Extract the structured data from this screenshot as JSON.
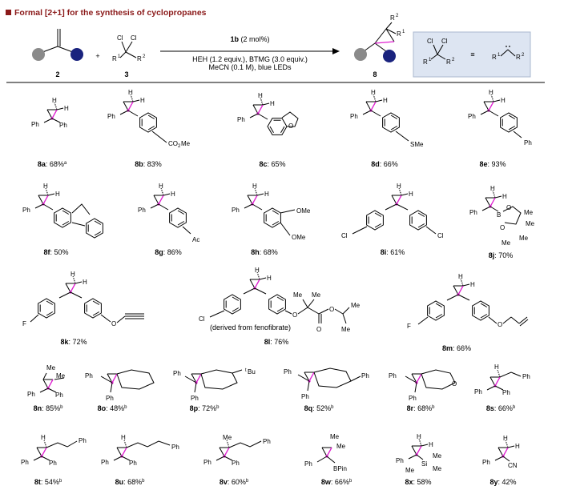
{
  "title": "Formal [2+1] for the synthesis of cyclopropanes",
  "colors": {
    "accent": "#8b1a1a",
    "highlight": "#e01fd1",
    "navy": "#1a237e",
    "grey": "#8a8a8a",
    "box_fill": "#dde5f2",
    "box_stroke": "#aab8cf"
  },
  "reaction": {
    "reactant2": "2",
    "plus": "+",
    "reactant3": "3",
    "reagent_atoms": {
      "cl": "Cl",
      "r1": "R",
      "r1_sup": "1",
      "r2": "R",
      "r2_sup": "2"
    },
    "catalyst_bold": "1b",
    "catalyst_loading": " (2 mol%)",
    "conditions_line1": "HEH (1.2 equiv.), BTMG (3.0 equiv.)",
    "conditions_line2": "MeCN (0.1 M), blue LEDs",
    "product": "8",
    "carbene_equiv": "≡"
  },
  "compounds": [
    {
      "id": "8a",
      "yield": ": 68%",
      "sup": "a"
    },
    {
      "id": "8b",
      "yield": ": 83%",
      "sup": ""
    },
    {
      "id": "8c",
      "yield": ": 65%",
      "sup": ""
    },
    {
      "id": "8d",
      "yield": ": 66%",
      "sup": ""
    },
    {
      "id": "8e",
      "yield": ": 93%",
      "sup": ""
    },
    {
      "id": "8f",
      "yield": ": 50%",
      "sup": ""
    },
    {
      "id": "8g",
      "yield": ": 86%",
      "sup": ""
    },
    {
      "id": "8h",
      "yield": ": 68%",
      "sup": ""
    },
    {
      "id": "8i",
      "yield": ": 61%",
      "sup": ""
    },
    {
      "id": "8j",
      "yield": ": 70%",
      "sup": ""
    },
    {
      "id": "8k",
      "yield": ": 72%",
      "sup": ""
    },
    {
      "id": "8l",
      "yield": ": 76%",
      "sup": ""
    },
    {
      "id": "8m",
      "yield": ": 66%",
      "sup": ""
    },
    {
      "id": "8n",
      "yield": ": 85%",
      "sup": "b"
    },
    {
      "id": "8o",
      "yield": ": 48%",
      "sup": "b"
    },
    {
      "id": "8p",
      "yield": ": 72%",
      "sup": "b"
    },
    {
      "id": "8q",
      "yield": ": 52%",
      "sup": "b"
    },
    {
      "id": "8r",
      "yield": ": 68%",
      "sup": "b"
    },
    {
      "id": "8s",
      "yield": ": 66%",
      "sup": "b"
    },
    {
      "id": "8t",
      "yield": ": 54%",
      "sup": "b"
    },
    {
      "id": "8u",
      "yield": ": 68%",
      "sup": "b"
    },
    {
      "id": "8v",
      "yield": ": 60%",
      "sup": "b"
    },
    {
      "id": "8w",
      "yield": ": 66%",
      "sup": "b"
    },
    {
      "id": "8x",
      "yield": ": 58%",
      "sup": ""
    },
    {
      "id": "8y",
      "yield": ": 42%",
      "sup": ""
    }
  ],
  "atoms": {
    "h": "H",
    "ph": "Ph",
    "me": "Me",
    "ome": "OMe",
    "co2me_a": "CO",
    "co2me_sub": "2",
    "co2me_b": "Me",
    "sme": "SMe",
    "ac": "Ac",
    "cl": "Cl",
    "f": "F",
    "o": "O",
    "b": "B",
    "tbu_sup": "t",
    "tbu": "Bu",
    "bpin": "BPin",
    "si": "Si",
    "cn": "CN"
  },
  "note_8l": "(derived from fenofibrate)"
}
